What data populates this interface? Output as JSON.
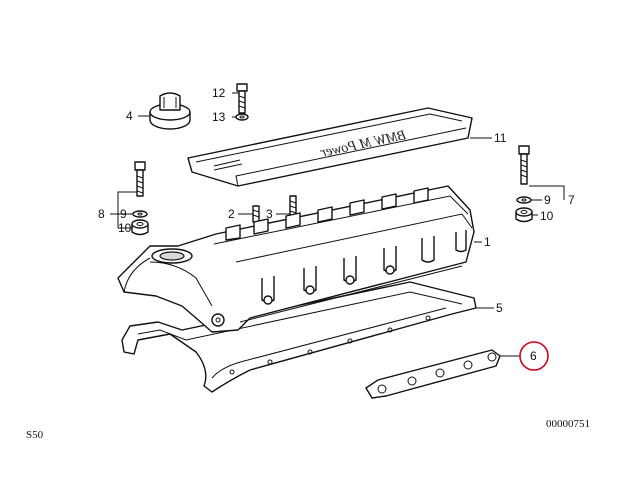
{
  "callouts": {
    "c1": "1",
    "c2": "2",
    "c3": "3",
    "c4": "4",
    "c5": "5",
    "c6": "6",
    "c7": "7",
    "c8": "8",
    "c9a": "9",
    "c9b": "9",
    "c10a": "10",
    "c10b": "10",
    "c11": "11",
    "c12": "12",
    "c13": "13"
  },
  "cover_lettering": "BMW M Power",
  "corner_left": "S50",
  "corner_right": "00000751",
  "highlight_color": "#d0021b"
}
